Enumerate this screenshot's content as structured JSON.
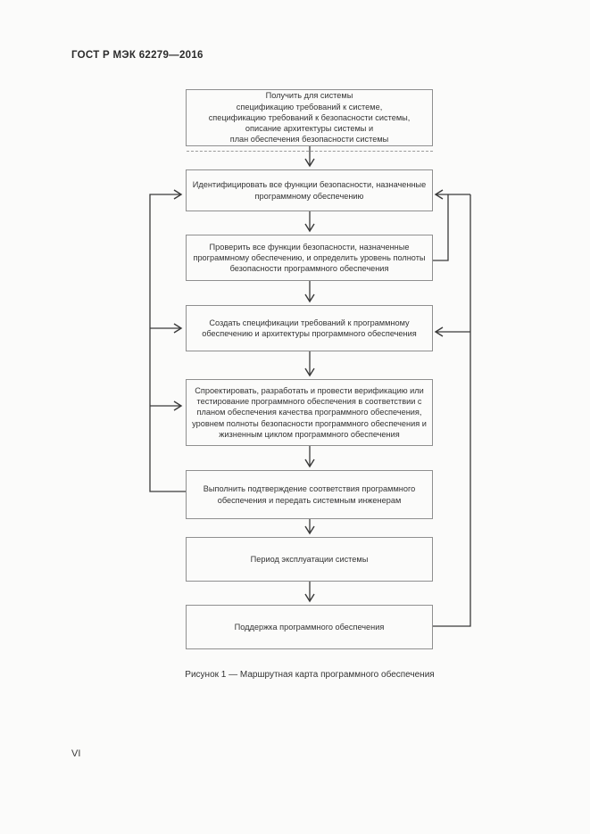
{
  "page": {
    "header_title": "ГОСТ Р МЭК 62279—2016",
    "figure_caption": "Рисунок 1 — Маршрутная карта программного обеспечения",
    "page_number": "VI"
  },
  "flowchart": {
    "nodes": [
      {
        "name": "system-inputs",
        "text": "Получить для системы\nспецификацию требований к системе,\nспецификацию требований к безопасности системы,\nописание архитектуры системы и\nплан обеспечения безопасности системы"
      },
      {
        "name": "identify-safety-functions",
        "text": "Идентифицировать все функции безопасности, назначенные\nпрограммному обеспечению"
      },
      {
        "name": "check-safety-functions",
        "text": "Проверить все функции безопасности, назначенные\nпрограммному обеспечению, и определить уровень полноты\nбезопасности программного обеспечения"
      },
      {
        "name": "create-specifications",
        "text": "Создать спецификации требований к программному\nобеспечению и архитектуры программного обеспечения"
      },
      {
        "name": "design-develop-verify",
        "text": "Спроектировать, разработать и провести верификацию или\nтестирование программного обеспечения в соответствии с\nпланом обеспечения качества программного обеспечения,\nуровнем полноты безопасности программного обеспечения и\nжизненным циклом программного обеспечения"
      },
      {
        "name": "validate-handover",
        "text": "Выполнить подтверждение соответствия программного\nобеспечения и передать системным инженерам"
      },
      {
        "name": "system-operation",
        "text": "Период эксплуатации системы"
      },
      {
        "name": "software-support",
        "text": "Поддержка программного обеспечения"
      }
    ]
  }
}
